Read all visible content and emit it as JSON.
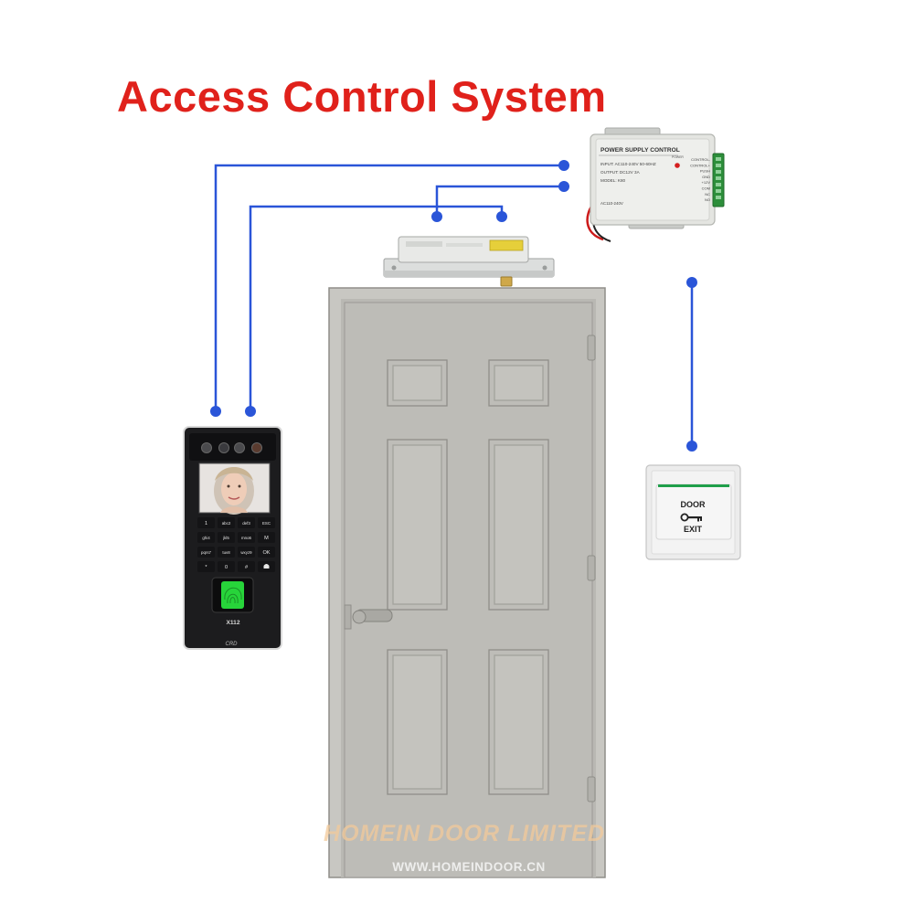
{
  "title": "Access Control System",
  "power_supply": {
    "heading": "POWER SUPPLY CONTROL",
    "input_line": "INPUT: AC110-240V 50-60HZ",
    "output_line": "OUTPUT: DC12V 3A",
    "model_line": "MODEL: K80",
    "bottom_line": "AC110-240V",
    "terminal_labels": [
      "CONTROL-",
      "CONTROL+",
      "PUSH",
      "GND",
      "+12V",
      "COM",
      "NC",
      "NO"
    ],
    "indicator_label": "POWER"
  },
  "terminal": {
    "model": "X112",
    "brand": "CRD",
    "keys": [
      [
        "1",
        "abc2",
        "def3",
        "ESC"
      ],
      [
        "ghi4",
        "jkl5",
        "mno6",
        "M"
      ],
      [
        "pqrs7",
        "tuv8",
        "wxyz9",
        "OK"
      ],
      [
        "*",
        "0",
        "#",
        "bell"
      ]
    ]
  },
  "exit_button": {
    "line1": "DOOR",
    "line2": "EXIT"
  },
  "watermark": {
    "company": "HOMEIN DOOR LIMITED",
    "url": "WWW.HOMEINDOOR.CN"
  },
  "colors": {
    "title": "#e0211b",
    "wire": "#2a55d8",
    "door": "#bdbcb7",
    "terminal_body": "#1c1c1e",
    "fingerprint": "#27d43a"
  }
}
